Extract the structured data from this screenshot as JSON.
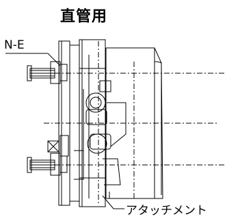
{
  "title": "直管用",
  "labels": {
    "nut_end": "N-E",
    "attachment": "アタッチメント"
  }
}
